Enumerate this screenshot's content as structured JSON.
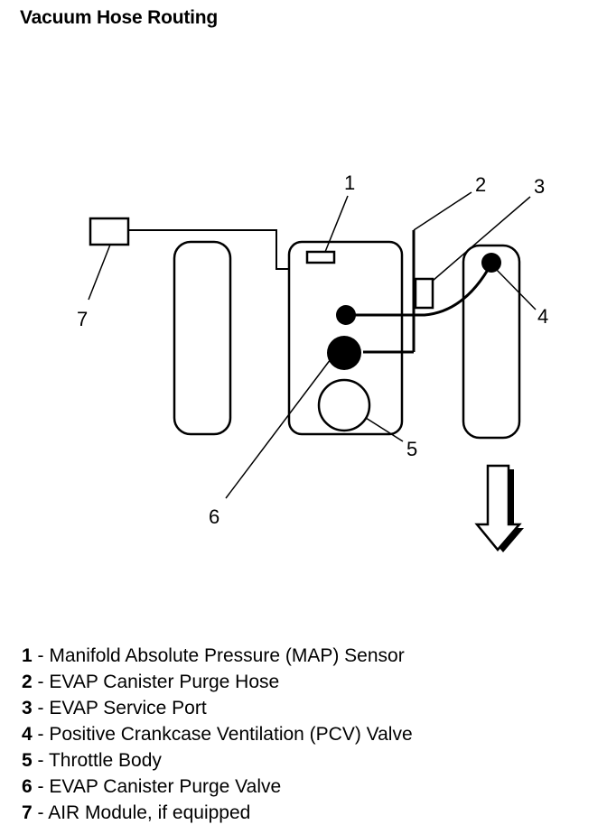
{
  "title": "Vacuum Hose Routing",
  "callouts": {
    "c1": "1",
    "c2": "2",
    "c3": "3",
    "c4": "4",
    "c5": "5",
    "c6": "6",
    "c7": "7"
  },
  "legend": [
    {
      "num": "1",
      "text": "- Manifold Absolute Pressure (MAP) Sensor"
    },
    {
      "num": "2",
      "text": "- EVAP Canister Purge Hose"
    },
    {
      "num": "3",
      "text": "- EVAP Service Port"
    },
    {
      "num": "4",
      "text": "- Positive Crankcase Ventilation (PCV) Valve"
    },
    {
      "num": "5",
      "text": "- Throttle Body"
    },
    {
      "num": "6",
      "text": "- EVAP Canister Purge Valve"
    },
    {
      "num": "7",
      "text": "- AIR Module, if equipped"
    }
  ]
}
